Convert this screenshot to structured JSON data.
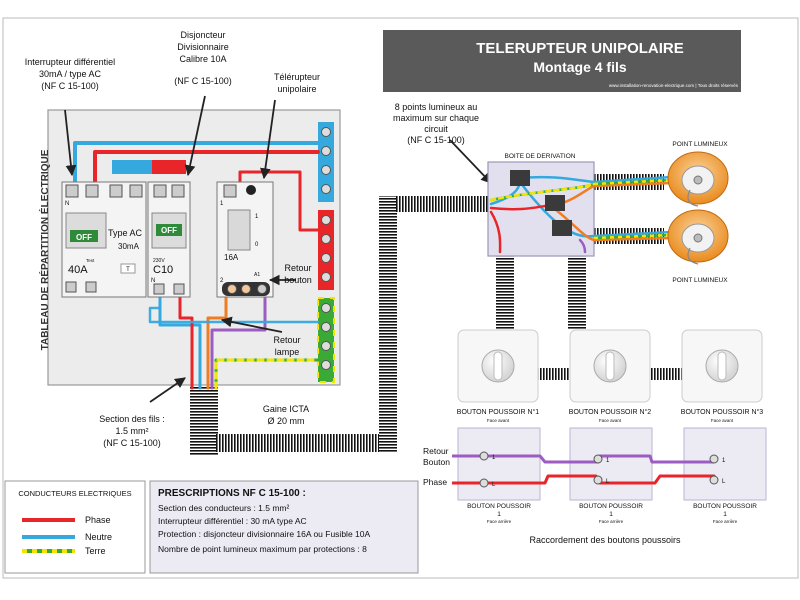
{
  "header": {
    "title": "TELERUPTEUR UNIPOLAIRE",
    "subtitle": "Montage 4 fils",
    "website": "www.installation-renovation-electrique.com | Tous droits réservés"
  },
  "panel": {
    "vertical_title": "TABLEAU DE RÉPARTITION ÉLECTRIQUE"
  },
  "callouts": {
    "diff_line1": "Interrupteur différentiel",
    "diff_line2": "30mA / type AC",
    "diff_line3": "(NF C 15-100)",
    "disj_line1": "Disjoncteur",
    "disj_line2": "Divisionnaire",
    "disj_line3": "Calibre 10A",
    "disj_line4": "(NF C 15-100)",
    "tele_line1": "Télérupteur",
    "tele_line2": "unipolaire",
    "points_line1": "8 points lumineux au",
    "points_line2": "maximum sur chaque",
    "points_line3": "circuit",
    "points_line4": "(NF C 15-100)",
    "retour_bouton_line1": "Retour",
    "retour_bouton_line2": "bouton",
    "retour_lampe_line1": "Retour",
    "retour_lampe_line2": "lampe",
    "section_line1": "Section des fils :",
    "section_line2": "1.5 mm²",
    "section_line3": "(NF C 15-100)",
    "gaine_line1": "Gaine ICTA",
    "gaine_line2": "Ø 20 mm"
  },
  "modules": {
    "diff_off": "OFF",
    "diff_type": "Type AC",
    "diff_ma": "30mA",
    "diff_rating": "40A",
    "diff_test": "Test",
    "diff_t": "T",
    "diff_n": "N",
    "disj_off": "OFF",
    "disj_voltage": "230V",
    "disj_rating": "C10",
    "disj_n": "N",
    "tele_1_top": "1",
    "tele_1": "1",
    "tele_0": "0",
    "tele_rating": "16A",
    "tele_a1": "A1",
    "tele_2": "2"
  },
  "distribution": {
    "boite_label": "BOITE DE DERIVATION",
    "point_top": "POINT LUMINEUX",
    "point_bottom": "POINT LUMINEUX"
  },
  "switches": {
    "bp1": "BOUTON POUSSOIR N°1",
    "bp2": "BOUTON POUSSOIR N°2",
    "bp3": "BOUTON POUSSOIR N°3",
    "face_avant": "Face avant",
    "rear_title": "BOUTON POUSSOIR",
    "rear_number": "1",
    "face_arriere": "Face arrière",
    "retour_line1": "Retour",
    "retour_line2": "Bouton",
    "phase": "Phase",
    "terminal_1": "1",
    "terminal_l": "L",
    "raccordement": "Raccordement  des boutons poussoirs"
  },
  "legend": {
    "title": "CONDUCTEURS ELECTRIQUES",
    "phase": "Phase",
    "neutre": "Neutre",
    "terre": "Terre"
  },
  "prescriptions": {
    "title": "PRESCRIPTIONS NF C 15-100 :",
    "line1": "Section des conducteurs : 1.5 mm²",
    "line2": "Interrupteur différentiel : 30 mA type AC",
    "line3": "Protection : disjoncteur divisionnaire 16A ou Fusible 10A",
    "line4": "Nombre de point lumineux maximum par protections : 8"
  },
  "colors": {
    "phase": "#e8262a",
    "neutre": "#35a9de",
    "terre_green": "#3aa935",
    "terre_yellow": "#f2e500",
    "retour": "#9d5cc0",
    "retour_lampe": "#ef7d22",
    "banner": "#5a5a5a"
  }
}
